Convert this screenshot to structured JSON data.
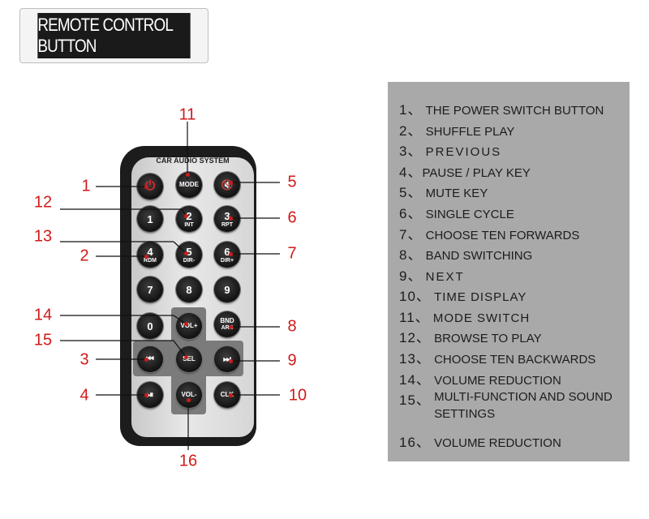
{
  "title": "REMOTE CONTROL BUTTON",
  "remote": {
    "label": "CAR AUDIO SYSTEM",
    "buttons": {
      "power": "⏻",
      "mode": "MODE",
      "mute": "🔇",
      "b1": "1",
      "b2": "2",
      "b2_sub": "INT",
      "b3": "3",
      "b3_sub": "RPT",
      "b4": "4",
      "b4_sub": "RDM",
      "b5": "5",
      "b5_sub": "DIR-",
      "b6": "6",
      "b6_sub": "DIR+",
      "b7": "7",
      "b8": "8",
      "b9": "9",
      "b0": "0",
      "volup": "VOL+",
      "band": "BND",
      "band_sub": "ARS",
      "prev": "⏮",
      "sel": "SEL",
      "next": "⏭",
      "playpause": "⏯",
      "voldown": "VOL-",
      "clk": "CLK"
    },
    "callouts": {
      "c1": "1",
      "c2": "2",
      "c3": "3",
      "c4": "4",
      "c5": "5",
      "c6": "6",
      "c7": "7",
      "c8": "8",
      "c9": "9",
      "c10": "10",
      "c11": "11",
      "c12": "12",
      "c13": "13",
      "c14": "14",
      "c15": "15",
      "c16": "16"
    }
  },
  "legend": [
    {
      "n": "1、",
      "text": "THE POWER SWITCH BUTTON"
    },
    {
      "n": "2、",
      "text": "SHUFFLE PLAY"
    },
    {
      "n": "3、",
      "text": "PREVIOUS"
    },
    {
      "n": "4、",
      "text": "PAUSE / PLAY KEY"
    },
    {
      "n": "5、",
      "text": "MUTE KEY"
    },
    {
      "n": "6、",
      "text": "SINGLE CYCLE"
    },
    {
      "n": "7、",
      "text": "CHOOSE TEN FORWARDS"
    },
    {
      "n": "8、",
      "text": "BAND SWITCHING"
    },
    {
      "n": "9、",
      "text": "NEXT"
    },
    {
      "n": "10、",
      "text": "TIME DISPLAY"
    },
    {
      "n": "11、",
      "text": "MODE SWITCH"
    },
    {
      "n": "12、",
      "text": "BROWSE TO PLAY"
    },
    {
      "n": "13、",
      "text": "CHOOSE TEN BACKWARDS"
    },
    {
      "n": "14、",
      "text": "VOLUME REDUCTION"
    },
    {
      "n": "15、",
      "text": "MULTI-FUNCTION AND SOUND SETTINGS"
    },
    {
      "n": "16、",
      "text": "VOLUME REDUCTION"
    }
  ],
  "colors": {
    "callout": "#d11a1a",
    "legend_bg": "#a9a9a9",
    "title_bg": "#1a1a1a"
  }
}
